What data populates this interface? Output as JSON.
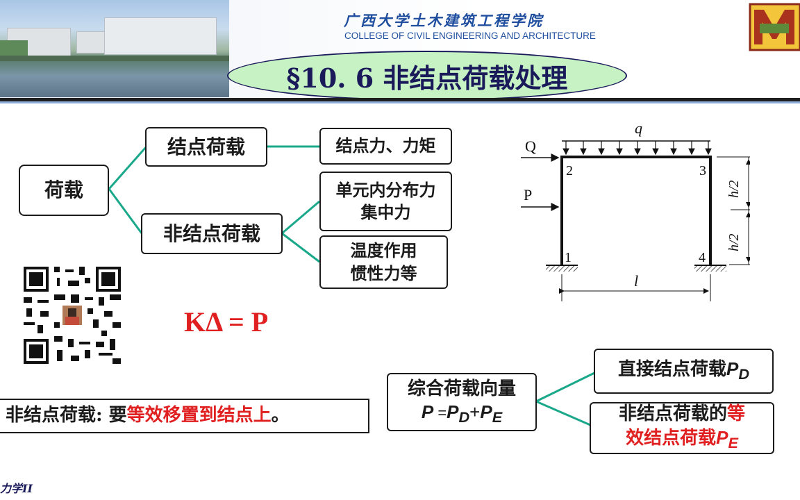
{
  "header": {
    "college_cn": "广西大学土木建筑工程学院",
    "college_en": "COLLEGE OF CIVIL ENGINEERING AND ARCHITECTURE",
    "section_title": "§10. 6  非结点荷载处理"
  },
  "tree": {
    "root": "荷载",
    "node_load": "结点荷载",
    "node_load_child": "结点力、力矩",
    "non_node_load": "非结点荷载",
    "non_node_child1_line1": "单元内分布力",
    "non_node_child1_line2": "集中力",
    "non_node_child2_line1": "温度作用",
    "non_node_child2_line2": "惯性力等"
  },
  "formula": "KΔ = P",
  "frame_diagram": {
    "load_q": "q",
    "load_Q": "Q",
    "load_P": "P",
    "node1": "1",
    "node2": "2",
    "node3": "3",
    "node4": "4",
    "span": "l",
    "height_upper": "h/2",
    "height_lower": "h/2"
  },
  "bottom_note": {
    "prefix": "非结点荷载: 要",
    "highlight": "等效移置到结点上",
    "suffix": "。"
  },
  "combined": {
    "line1": "综合荷载向量",
    "eq_P": "P",
    "eq_equals": " =",
    "eq_PD": "P",
    "eq_D": "D",
    "eq_plus": "+",
    "eq_PE": "P",
    "eq_E": "E",
    "direct_text": "直接结点荷载",
    "direct_P": "P",
    "direct_sub": "D",
    "eq_line1_black": "非结点荷载的",
    "eq_line1_red": "等",
    "eq_line2_red": "效结点荷载",
    "eq_P2": "P",
    "eq_sub2": "E"
  },
  "footer": {
    "course": "力学II"
  },
  "colors": {
    "accent_green": "#1aa88a",
    "red": "#e02020",
    "title_oval": "#c7f2c3",
    "header_blue": "#1f4e9e"
  }
}
